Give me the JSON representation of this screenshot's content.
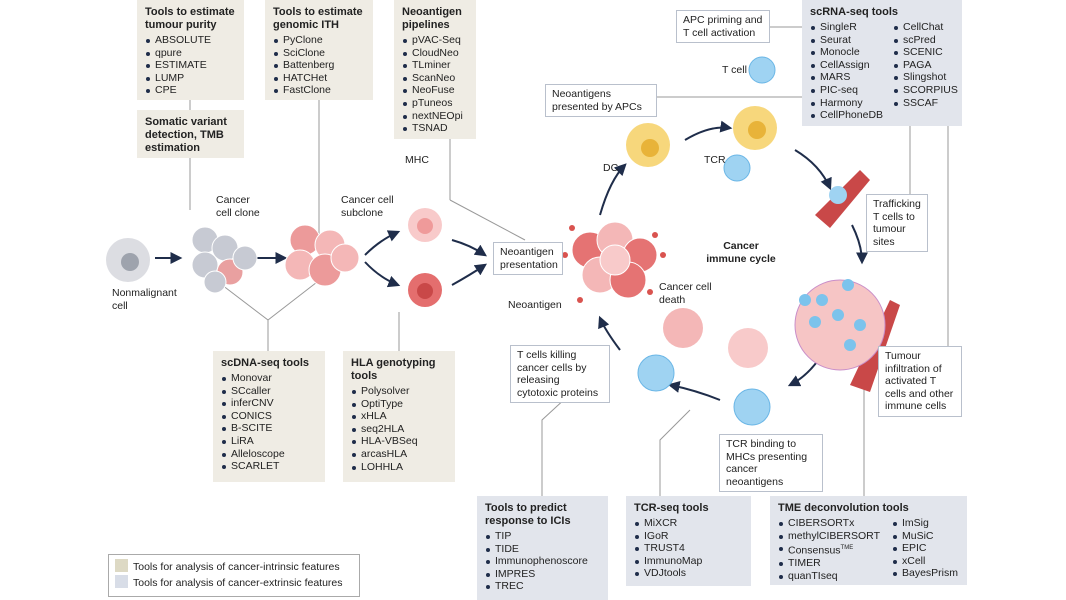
{
  "colors": {
    "intrinsic": "#efece4",
    "extrinsic": "#e2e5ec",
    "arrow": "#1f2d4a",
    "cancer": "#e57373",
    "tcell": "#7cc3ec",
    "dc": "#f3c64f"
  },
  "boxes": {
    "purity": {
      "title": "Tools to estimate tumour purity",
      "items": [
        "ABSOLUTE",
        "qpure",
        "ESTIMATE",
        "LUMP",
        "CPE"
      ]
    },
    "somatic": {
      "title": "Somatic variant detection, TMB estimation"
    },
    "ith": {
      "title": "Tools to estimate genomic ITH",
      "items": [
        "PyClone",
        "SciClone",
        "Battenberg",
        "HATCHet",
        "FastClone"
      ]
    },
    "neoantigen": {
      "title": "Neoantigen pipelines",
      "items": [
        "pVAC-Seq",
        "CloudNeo",
        "TLminer",
        "ScanNeo",
        "NeoFuse",
        "pTuneos",
        "nextNEOpi",
        "TSNAD"
      ]
    },
    "scrna": {
      "title": "scRNA-seq tools",
      "col1": [
        "SingleR",
        "Seurat",
        "Monocle",
        "CellAssign",
        "MARS",
        "PIC-seq",
        "Harmony",
        "CellPhoneDB"
      ],
      "col2": [
        "CellChat",
        "scPred",
        "SCENIC",
        "PAGA",
        "Slingshot",
        "SCORPIUS",
        "SSCAF"
      ]
    },
    "scdna": {
      "title": "scDNA-seq tools",
      "items": [
        "Monovar",
        "SCcaller",
        "inferCNV",
        "CONICS",
        "B-SCITE",
        "LiRA",
        "Alleloscope",
        "SCARLET"
      ]
    },
    "hla": {
      "title": "HLA genotyping tools",
      "items": [
        "Polysolver",
        "OptiType",
        "xHLA",
        "seq2HLA",
        "HLA-VBSeq",
        "arcasHLA",
        "LOHHLA"
      ]
    },
    "ici": {
      "title": "Tools to predict response to ICIs",
      "items": [
        "TIP",
        "TIDE",
        "Immunophenoscore",
        "IMPRES",
        "TREC"
      ]
    },
    "tcr": {
      "title": "TCR-seq tools",
      "items": [
        "MiXCR",
        "IGoR",
        "TRUST4",
        "ImmunoMap",
        "VDJtools"
      ]
    },
    "tme": {
      "title": "TME deconvolution tools",
      "col1": [
        "CIBERSORTx",
        "methylCIBERSORT",
        "Consensus",
        "TIMER",
        "quanTIseq"
      ],
      "col1_sup": "TME",
      "col2": [
        "ImSig",
        "MuSiC",
        "EPIC",
        "xCell",
        "BayesPrism"
      ]
    }
  },
  "callouts": {
    "apc_priming": "APC priming and T cell activation",
    "presented_by_apcs": "Neoantigens presented by APCs",
    "presentation": "Neoantigen presentation",
    "trafficking": "Trafficking T cells to tumour sites",
    "infiltration": "Tumour infiltration of activated T cells and other immune cells",
    "killing": "T cells killing cancer cells by releasing cytotoxic proteins",
    "tcr_binding": "TCR binding to MHCs presenting cancer neoantigens"
  },
  "labels": {
    "nonmalignant": "Nonmalignant cell",
    "clone": "Cancer cell clone",
    "subclone": "Cancer cell subclone",
    "mhc": "MHC",
    "dc": "DC",
    "tcell": "T cell",
    "tcr": "TCR",
    "cycle": "Cancer immune cycle",
    "neoantigen": "Neoantigen",
    "death": "Cancer cell death"
  },
  "legend": {
    "intrinsic": "Tools for analysis of cancer-intrinsic features",
    "extrinsic": "Tools for analysis of cancer-extrinsic features"
  }
}
